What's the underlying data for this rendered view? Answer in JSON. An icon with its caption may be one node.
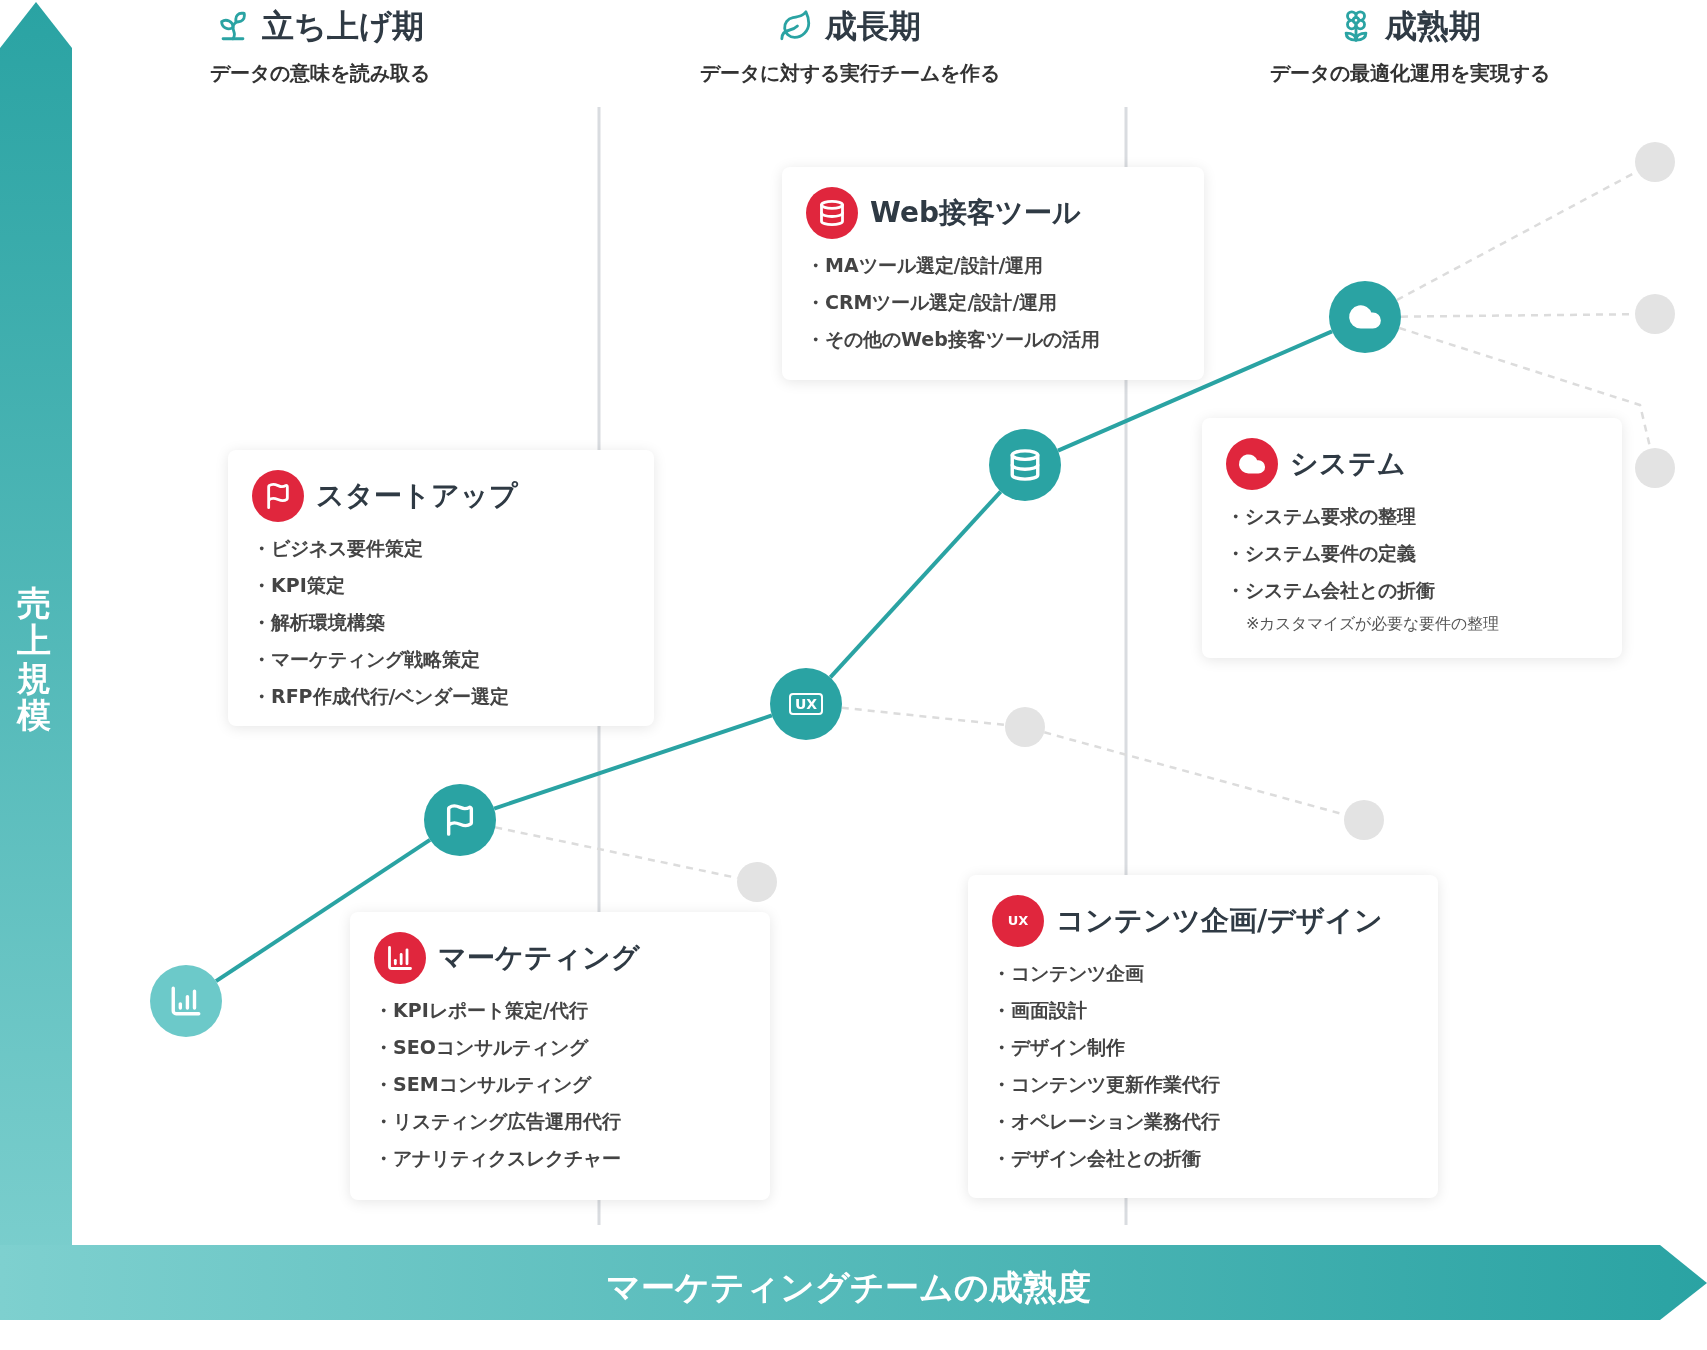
{
  "diagram": {
    "nodes": [
      {
        "text": [
          "Web接客ツール",
          "・MAツール選定/設計/運用",
          "・CRMツール選定/設計/運用",
          "・その他のWeb接客ツールの活用"
        ]
      },
      {
        "text": [
          "スタートアップ",
          "・ビジネス要件策定",
          "・KPI策定",
          "・解析環境構築",
          "・マーケティング戦略策定",
          "・RFP作成代行/ベンダー選定"
        ]
      },
      {
        "text": [
          "システム",
          "・システム要求の整理",
          "・システム要件の定義",
          "・システム会社との折衝",
          "※カスタマイズが必要な要件の整理"
        ]
      },
      {
        "text": [
          "マーケティング",
          "・KPIレポート策定/代行",
          "・SEOコンサルティング",
          "・SEMコンサルティング",
          "・リスティング広告運用代行",
          "・アナリティクスレクチャー"
        ]
      },
      {
        "text": [
          "コンテンツ企画/デザイン",
          "・コンテンツ企画",
          "・画面設計",
          "・デザイン制作",
          "・コンテンツ更新作業代行",
          "・オペレーション業務代行",
          "・デザイン会社との折衝"
        ]
      },
      {
        "text": [],
        "shape": "circle"
      },
      {
        "text": [],
        "shape": "circle"
      },
      {
        "text": [
          "UX"
        ]
      },
      {
        "text": [],
        "shape": "circle"
      },
      {
        "text": [],
        "shape": "circle"
      },
      {
        "text": [],
        "shape": "circle"
      },
      {
        "text": [],
        "shape": "circle"
      },
      {
        "text": [],
        "shape": "circle"
      },
      {
        "text": [],
        "shape": "circle"
      },
      {
        "text": [],
        "shape": "circle"
      },
      {
        "text": [],
        "shape": "circle"
      }
    ],
    "edges": [
      {
        "from": 5,
        "to": 6,
        "arrow": "none",
        "color": "#2aa3a3"
      },
      {
        "from": 6,
        "to": 7,
        "arrow": "none",
        "color": "#2aa3a3"
      },
      {
        "from": 7,
        "to": 8,
        "arrow": "none",
        "color": "#2aa3a3"
      },
      {
        "from": 8,
        "to": 9,
        "arrow": "none",
        "color": "#2aa3a3"
      },
      {
        "from": 6,
        "to": 10,
        "arrow": "none",
        "style": "dashed"
      },
      {
        "from": 7,
        "to": 11,
        "arrow": "none",
        "style": "dashed"
      },
      {
        "from": 11,
        "to": 12,
        "arrow": "none",
        "style": "dashed"
      },
      {
        "from": 9,
        "to": 13,
        "arrow": "none",
        "style": "dashed"
      },
      {
        "from": 9,
        "to": 14,
        "arrow": "none",
        "style": "dashed"
      },
      {
        "from": 9,
        "to": 15,
        "arrow": "none",
        "style": "dashed"
      }
    ],
    "labels": [
      "立ち上げ期",
      "データの意味を読み取る",
      "成長期",
      "データに対する実行チームを作る",
      "成熟期",
      "データの最適化運用を実現する",
      "売上規模",
      "マーケティングチームの成熟度",
      "UX"
    ]
  }
}
